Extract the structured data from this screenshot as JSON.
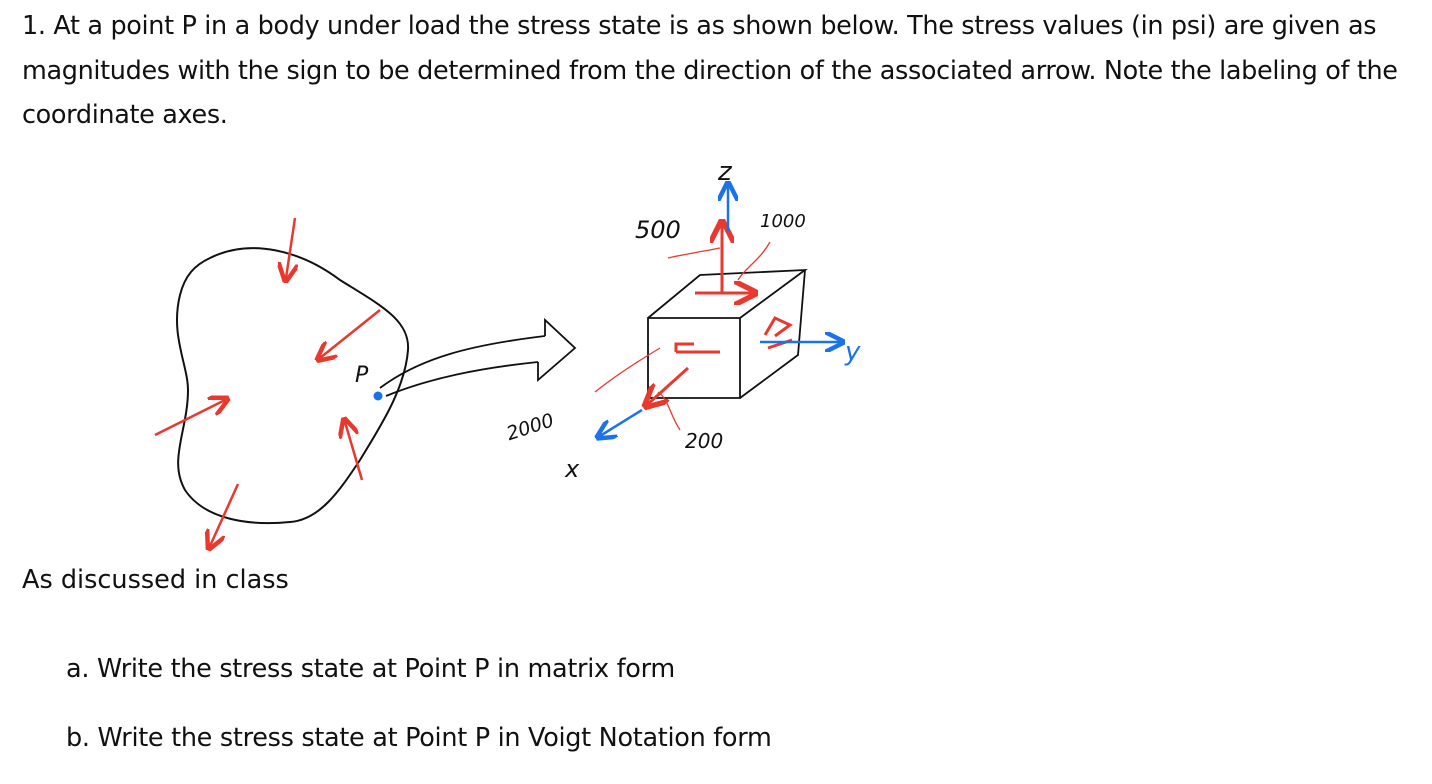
{
  "problem": {
    "statement": "1. At a point P in a body under load the stress state is as shown below. The stress values (in psi) are given as magnitudes with the sign to be determined from the direction of the associated arrow. Note the labeling of the coordinate axes."
  },
  "figure": {
    "point_label": "P",
    "axis_x": "x",
    "axis_y": "y",
    "axis_z": "z",
    "stress_500": "500",
    "stress_1000": "1000",
    "stress_2000": "2000",
    "stress_200": "200",
    "colors": {
      "load": "#e8392f",
      "axis": "#1a73e8",
      "ink": "#111111"
    }
  },
  "note": "As discussed in class",
  "questions": [
    "a. Write the stress state at Point P in matrix form",
    "b. Write the stress state at Point P in Voigt Notation form"
  ]
}
